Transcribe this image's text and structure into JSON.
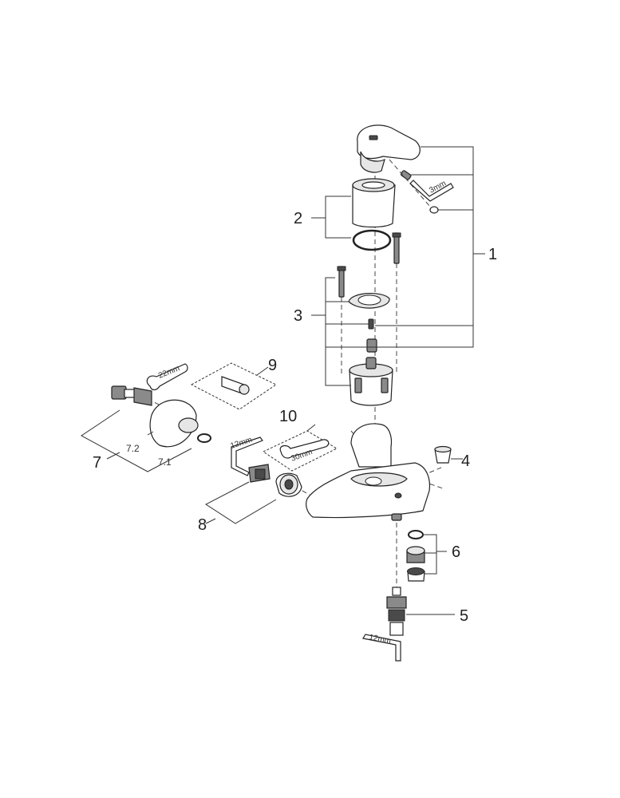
{
  "callouts": {
    "c1": "1",
    "c2": "2",
    "c3": "3",
    "c4": "4",
    "c5": "5",
    "c6": "6",
    "c7": "7",
    "c7_1": "7.1",
    "c7_2": "7.2",
    "c8": "8",
    "c9": "9",
    "c10": "10"
  },
  "tools": {
    "hex_key_3mm": "3mm",
    "spanner_22mm": "22mm",
    "hex_key_12mm_left": "12mm",
    "spanner_30mm": "30mm",
    "hex_key_12mm_bottom": "12mm"
  }
}
